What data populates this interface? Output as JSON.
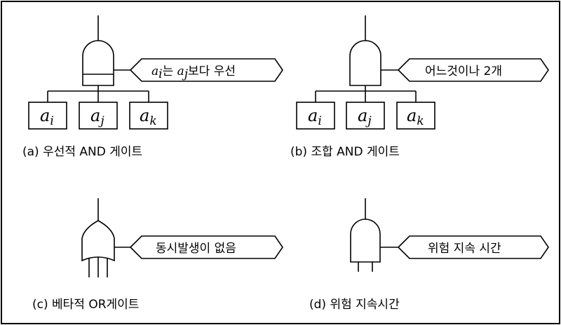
{
  "diagrams": {
    "a": {
      "caption": "(a) 우선적 AND 게이트",
      "tag": {
        "var1": "a",
        "sub1": "i",
        "text1": "는",
        "var2": "a",
        "sub2": "j",
        "text2": "보다 우선"
      },
      "boxes": [
        {
          "var": "a",
          "sub": "i"
        },
        {
          "var": "a",
          "sub": "j"
        },
        {
          "var": "a",
          "sub": "k"
        }
      ]
    },
    "b": {
      "caption": "(b) 조합 AND 게이트",
      "tag": "어느것이나 2개",
      "boxes": [
        {
          "var": "a",
          "sub": "i"
        },
        {
          "var": "a",
          "sub": "j"
        },
        {
          "var": "a",
          "sub": "k"
        }
      ]
    },
    "c": {
      "caption": "(c) 베타적 OR게이트",
      "tag": "동시발생이 없음"
    },
    "d": {
      "caption": "(d) 위험 지속시간",
      "tag": "위험 지속 시간"
    }
  }
}
